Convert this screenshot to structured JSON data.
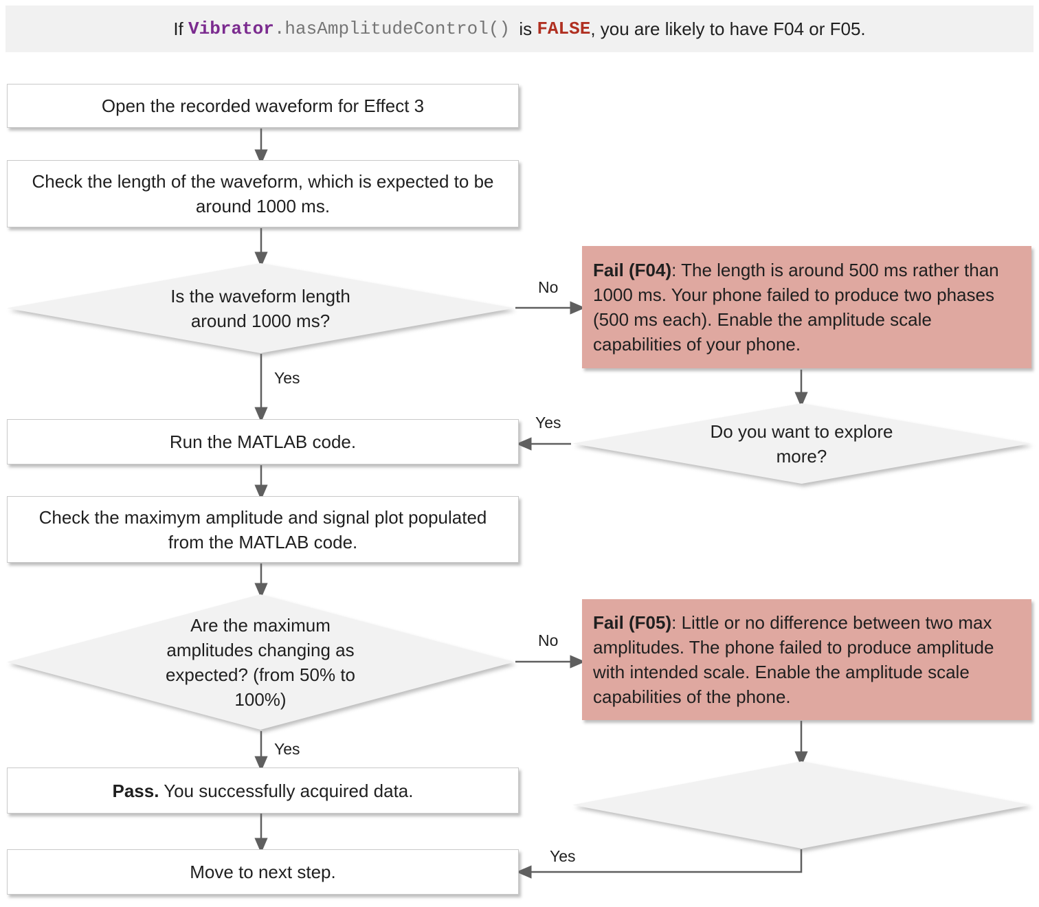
{
  "banner": {
    "text_if": "If ",
    "code_class": "Vibrator",
    "code_method": ".hasAmplitudeControl()",
    "text_is": " is ",
    "code_false": "FALSE",
    "text_rest": ", you are likely to have F04 or F05."
  },
  "nodes": {
    "open_waveform": "Open the recorded waveform for Effect 3",
    "check_length": "Check the length of the waveform, which is expected to be around 1000 ms.",
    "length_question": "Is the waveform length around 1000 ms?",
    "fail_f04_title": "Fail (F04)",
    "fail_f04_body": ": The length is around 500 ms rather than 1000 ms. Your phone failed to produce two phases (500 ms each). Enable the amplitude scale capabilities of your phone.",
    "explore_more_1": "Do you want to explore more?",
    "run_matlab": "Run the MATLAB code.",
    "check_amplitude": "Check the maximym amplitude and signal plot populated from the MATLAB code.",
    "amplitude_question": "Are the maximum amplitudes changing as expected? (from 50% to 100%)",
    "fail_f05_title": "Fail (F05)",
    "fail_f05_body": ": Little or no difference between two max amplitudes. The phone failed to produce amplitude with intended scale. Enable the amplitude scale capabilities of the phone.",
    "pass_title": "Pass.",
    "pass_body": " You successfully acquired data.",
    "move_next": "Move to next step."
  },
  "edge_labels": {
    "no_1": "No",
    "yes_1": "Yes",
    "yes_explore_1": "Yes",
    "no_2": "No",
    "yes_2": "Yes",
    "yes_explore_2": "Yes"
  },
  "colors": {
    "banner_bg": "#f1f1f1",
    "decision_fill": "#f2f2f2",
    "fail_box": "#dfa8a0",
    "code_class": "#7b2b8f",
    "code_gray": "#757575",
    "code_false": "#b03021",
    "arrow": "#5f5f5f"
  }
}
